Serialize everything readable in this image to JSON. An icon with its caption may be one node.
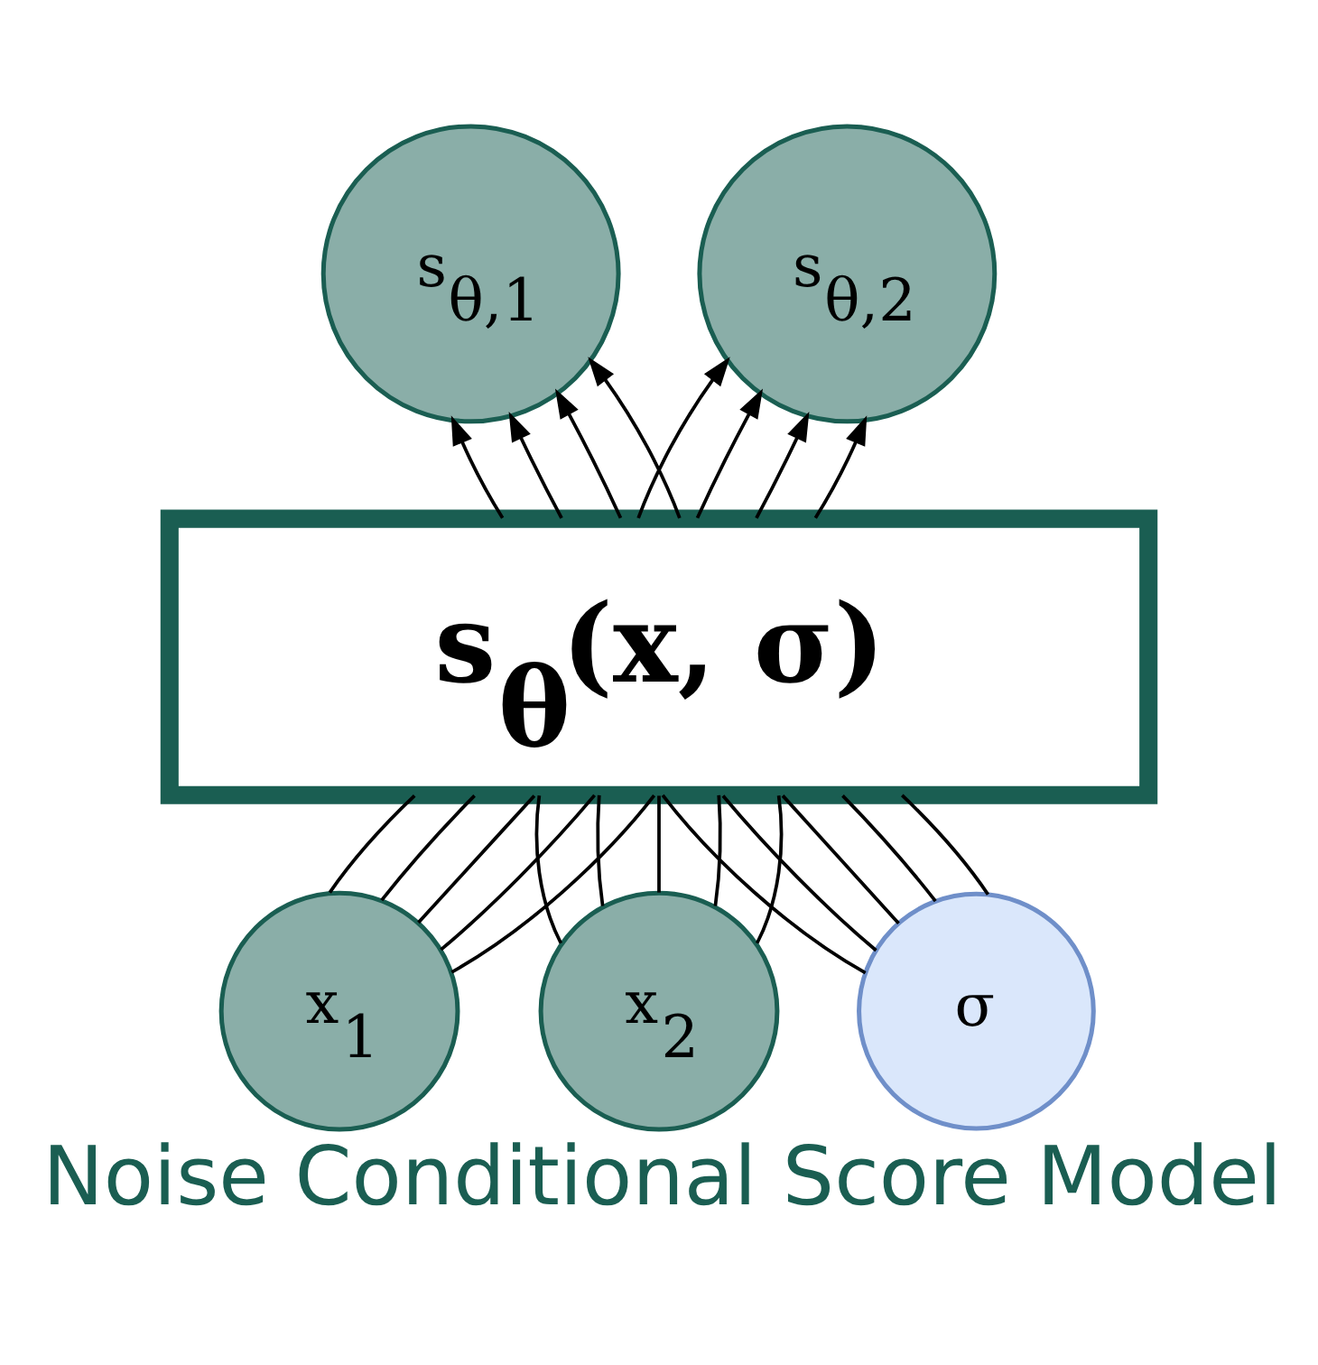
{
  "diagram": {
    "caption": "Noise Conditional Score Model",
    "nodes": [
      {
        "text": [
          "s$_{θ,1}$"
        ]
      },
      {
        "text": [
          "s$_{θ,2}$"
        ]
      },
      {
        "text": [
          "s$_{θ}$(x, σ)"
        ]
      },
      {
        "text": [
          "x$_{1}$"
        ]
      },
      {
        "text": [
          "x$_{2}$"
        ]
      },
      {
        "text": [
          "σ"
        ]
      }
    ],
    "edges": [
      {
        "from": 3,
        "to": 2,
        "arrow": "none"
      },
      {
        "from": 3,
        "to": 2,
        "arrow": "none"
      },
      {
        "from": 3,
        "to": 2,
        "arrow": "none"
      },
      {
        "from": 3,
        "to": 2,
        "arrow": "none"
      },
      {
        "from": 3,
        "to": 2,
        "arrow": "none"
      },
      {
        "from": 4,
        "to": 2,
        "arrow": "none"
      },
      {
        "from": 4,
        "to": 2,
        "arrow": "none"
      },
      {
        "from": 4,
        "to": 2,
        "arrow": "none"
      },
      {
        "from": 4,
        "to": 2,
        "arrow": "none"
      },
      {
        "from": 4,
        "to": 2,
        "arrow": "none"
      },
      {
        "from": 5,
        "to": 2,
        "arrow": "none"
      },
      {
        "from": 5,
        "to": 2,
        "arrow": "none"
      },
      {
        "from": 5,
        "to": 2,
        "arrow": "none"
      },
      {
        "from": 5,
        "to": 2,
        "arrow": "none"
      },
      {
        "from": 5,
        "to": 2,
        "arrow": "none"
      },
      {
        "from": 2,
        "to": 0,
        "arrow": "to"
      },
      {
        "from": 2,
        "to": 0,
        "arrow": "to"
      },
      {
        "from": 2,
        "to": 0,
        "arrow": "to"
      },
      {
        "from": 2,
        "to": 0,
        "arrow": "to"
      },
      {
        "from": 2,
        "to": 1,
        "arrow": "to"
      },
      {
        "from": 2,
        "to": 1,
        "arrow": "to"
      },
      {
        "from": 2,
        "to": 1,
        "arrow": "to"
      },
      {
        "from": 2,
        "to": 1,
        "arrow": "to"
      }
    ]
  }
}
